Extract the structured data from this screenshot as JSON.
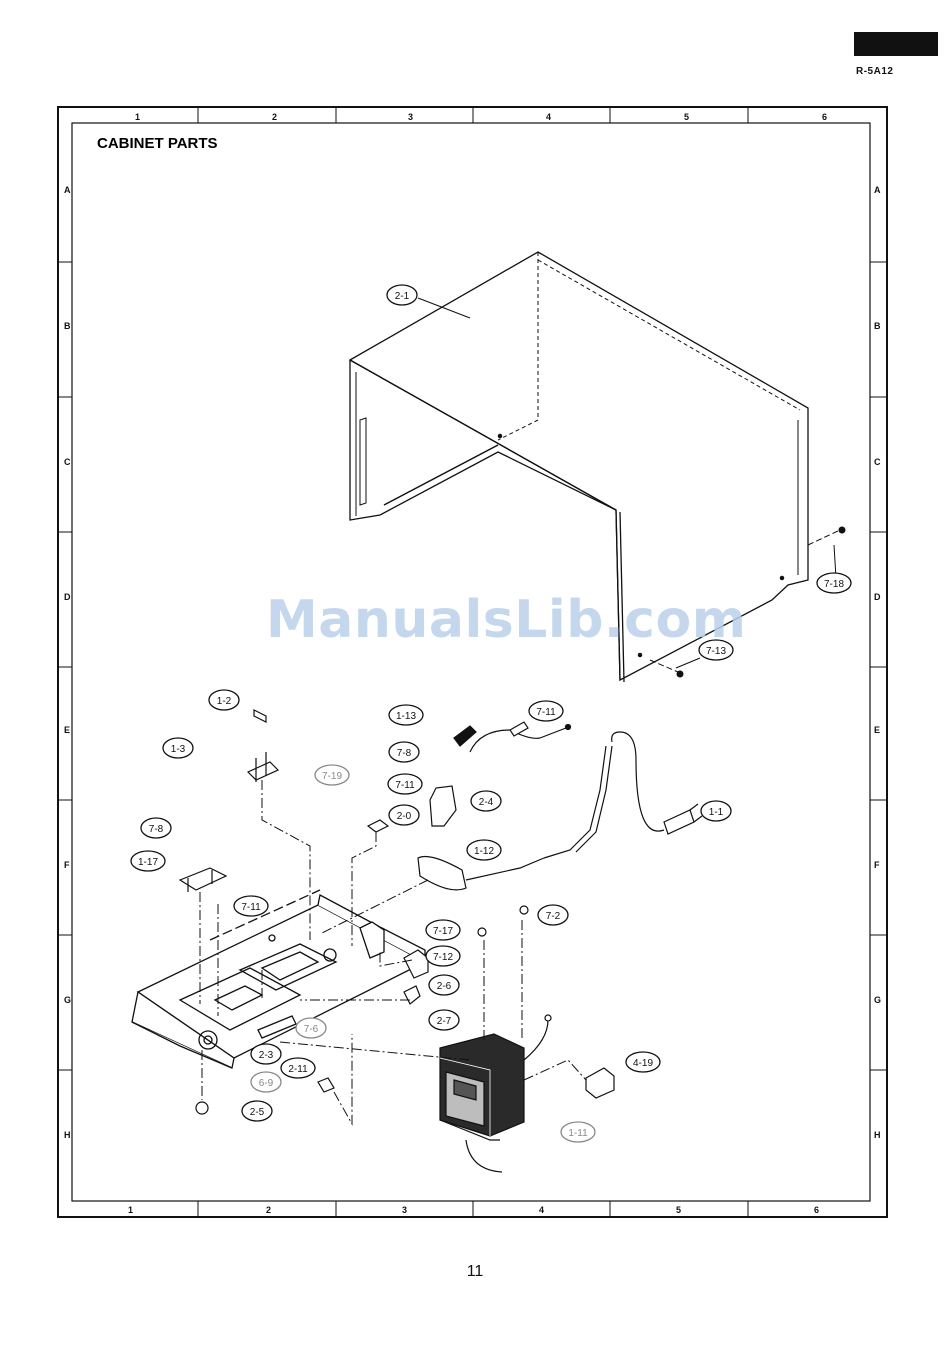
{
  "header": {
    "model": "R-5A12"
  },
  "title": "CABINET PARTS",
  "grid": {
    "columns": [
      "1",
      "2",
      "3",
      "4",
      "5",
      "6"
    ],
    "rows": [
      "A",
      "B",
      "C",
      "D",
      "E",
      "F",
      "G",
      "H"
    ]
  },
  "watermark": "ManualsLib.com",
  "callouts": [
    {
      "id": "c-2-1",
      "label": "2-1"
    },
    {
      "id": "c-7-18",
      "label": "7-18"
    },
    {
      "id": "c-7-13",
      "label": "7-13"
    },
    {
      "id": "c-1-2",
      "label": "1-2"
    },
    {
      "id": "c-1-3",
      "label": "1-3"
    },
    {
      "id": "c-7-19",
      "label": "7-19"
    },
    {
      "id": "c-1-13",
      "label": "1-13"
    },
    {
      "id": "c-7-11a",
      "label": "7-11"
    },
    {
      "id": "c-7-8a",
      "label": "7-8"
    },
    {
      "id": "c-7-11b",
      "label": "7-11"
    },
    {
      "id": "c-2-4",
      "label": "2-4"
    },
    {
      "id": "c-2-0",
      "label": "2-0"
    },
    {
      "id": "c-1-1",
      "label": "1-1"
    },
    {
      "id": "c-7-8b",
      "label": "7-8"
    },
    {
      "id": "c-1-12",
      "label": "1-12"
    },
    {
      "id": "c-1-17",
      "label": "1-17"
    },
    {
      "id": "c-7-11c",
      "label": "7-11"
    },
    {
      "id": "c-7-2",
      "label": "7-2"
    },
    {
      "id": "c-7-17",
      "label": "7-17"
    },
    {
      "id": "c-7-12",
      "label": "7-12"
    },
    {
      "id": "c-2-6",
      "label": "2-6"
    },
    {
      "id": "c-2-7",
      "label": "2-7"
    },
    {
      "id": "c-7-6",
      "label": "7-6"
    },
    {
      "id": "c-2-3",
      "label": "2-3"
    },
    {
      "id": "c-2-11",
      "label": "2-11"
    },
    {
      "id": "c-6-9",
      "label": "6-9"
    },
    {
      "id": "c-4-19",
      "label": "4-19"
    },
    {
      "id": "c-2-5",
      "label": "2-5"
    },
    {
      "id": "c-1-11",
      "label": "1-11"
    }
  ],
  "page_number": "11"
}
